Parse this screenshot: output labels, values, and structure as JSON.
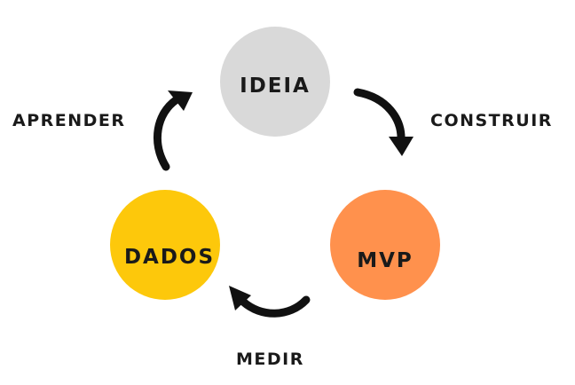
{
  "nodes": {
    "ideia": {
      "label": "IDEIA",
      "color": "#d9d9d9"
    },
    "mvp": {
      "label": "MVP",
      "color": "#ff914d"
    },
    "dados": {
      "label": "DADOS",
      "color": "#fdc80b"
    }
  },
  "steps": {
    "construir": "CONSTRUIR",
    "medir": "MEDIR",
    "aprender": "APRENDER"
  },
  "arrow_color": "#111111"
}
